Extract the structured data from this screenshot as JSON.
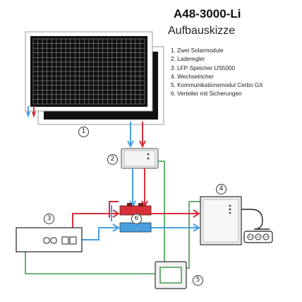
{
  "title": "A48-3000-Li",
  "subtitle": "Aufbauskizze",
  "parts": [
    "1. Zwei Solarmodule",
    "2. Laderegler",
    "3. LFP-Speicher US5000",
    "4. Wechselricher",
    "5. Kommunikationsmodul Cerbo GX",
    "6. Verteiler mit Sicherungen"
  ],
  "markers": {
    "m1": "1",
    "m2": "2",
    "m3": "3",
    "m4": "4",
    "m5": "5",
    "m6": "6"
  },
  "colors": {
    "dc_positive": "#d6303a",
    "dc_negative": "#4a9fe0",
    "communication": "#3f9a4a",
    "panel": "#101010",
    "grid": "#e9e9e9"
  }
}
